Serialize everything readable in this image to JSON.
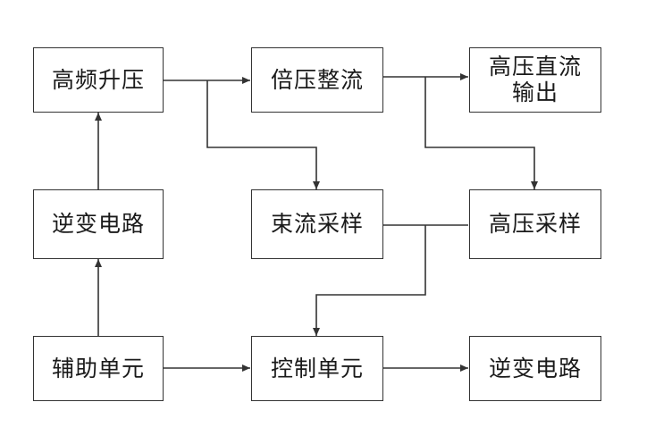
{
  "blocks": {
    "hf_boost": "高频升压",
    "voltage_doubler": "倍压整流",
    "hv_dc_output": {
      "line1": "高压直流",
      "line2": "输出"
    },
    "inverter_circuit_1": "逆变电路",
    "beam_current_sampling": "束流采样",
    "hv_sampling": "高压采样",
    "auxiliary_unit": "辅助单元",
    "control_unit": "控制单元",
    "inverter_circuit_2": "逆变电路"
  },
  "colors": {
    "line": "#333333",
    "box_border": "#333333",
    "text": "#1a1a1a",
    "background": "#ffffff"
  }
}
